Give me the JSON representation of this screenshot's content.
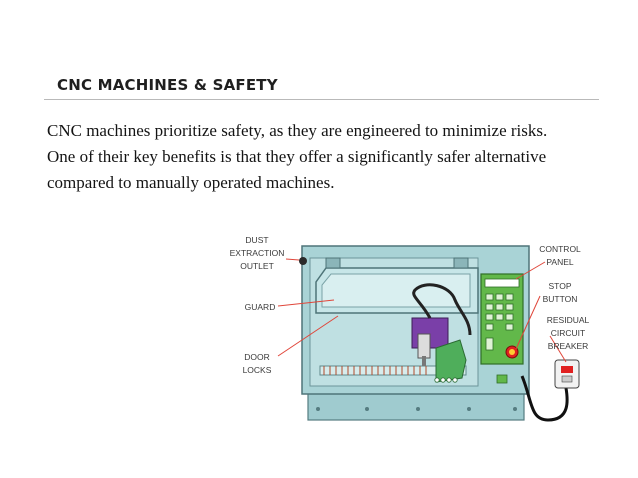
{
  "slide": {
    "title": "CNC MACHINES & SAFETY",
    "body": "CNC machines prioritize safety, as they are engineered to minimize risks. One of their key benefits is that they offer a significantly safer alternative compared to manually operated machines."
  },
  "figure": {
    "labels": {
      "dust_line1": "DUST",
      "dust_line2": "EXTRACTION",
      "dust_line3": "OUTLET",
      "guard": "GUARD",
      "door_line1": "DOOR",
      "door_line2": "LOCKS",
      "control_line1": "CONTROL",
      "control_line2": "PANEL",
      "stop_line1": "STOP",
      "stop_line2": "BUTTON",
      "residual_line1": "RESIDUAL",
      "residual_line2": "CIRCUIT",
      "residual_line3": "BREAKER"
    },
    "colors": {
      "body": "#a9d3d6",
      "body_dark": "#7fb4b8",
      "panel": "#62b84a",
      "motor": "#7a3fa8",
      "arrow": "#e0463a",
      "stop": "#e02020"
    }
  }
}
